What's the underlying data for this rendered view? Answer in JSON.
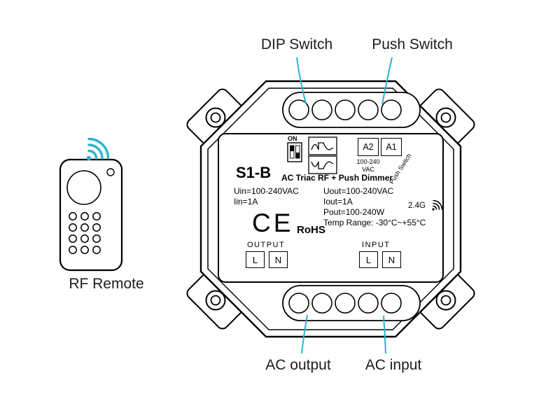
{
  "annotations": {
    "dip_switch": "DIP Switch",
    "push_switch": "Push Switch",
    "ac_output": "AC output",
    "ac_input": "AC input",
    "rf_remote": "RF Remote"
  },
  "device": {
    "model": "S1-B",
    "title": "AC Triac RF + Push Dimmer",
    "dip": {
      "on": "ON"
    },
    "push_block": {
      "a2": "A2",
      "a1": "A1",
      "voltage_line1": "100-240",
      "voltage_line2": "VAC",
      "rotated_label": "Push Switch"
    },
    "specs": {
      "uin": "Uin=100-240VAC",
      "iin": "Iin=1A",
      "uout": "Uout=100-240VAC",
      "iout": "Iout=1A",
      "pout": "Pout=100-240W",
      "temp": "Temp Range: -30°C~+55°C"
    },
    "rf_band": "2.4G",
    "ce_mark": "CE",
    "rohs": "RoHS",
    "output": {
      "label": "OUTPUT",
      "l": "L",
      "n": "N"
    },
    "input": {
      "label": "INPUT",
      "l": "L",
      "n": "N"
    }
  },
  "colors": {
    "accent": "#2ab3d1",
    "outline": "#000000"
  }
}
